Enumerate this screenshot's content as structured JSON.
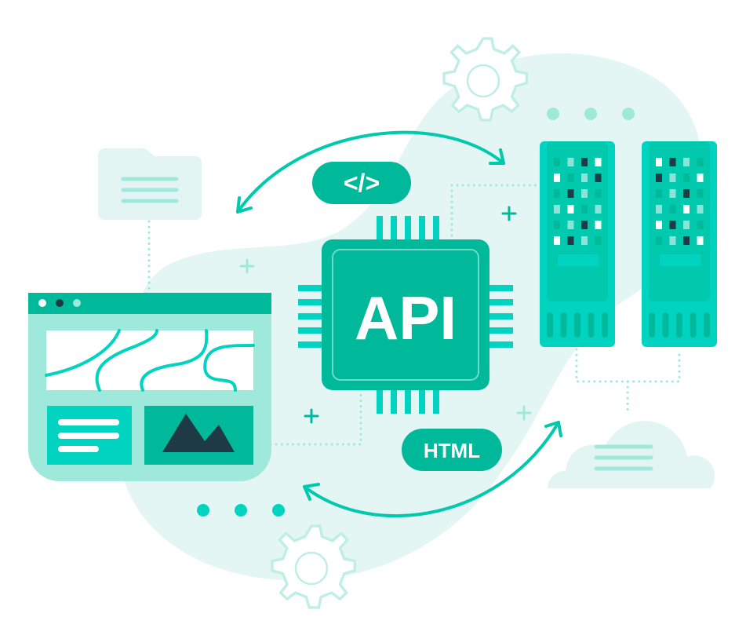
{
  "chip": {
    "label": "API"
  },
  "badges": {
    "code": "</>",
    "html": "HTML"
  },
  "colors": {
    "blob": "#e3f6f3",
    "teal_dark": "#00b89a",
    "teal_mid": "#00c9ae",
    "teal_bright": "#00d4c0",
    "teal_light": "#9ee9dc",
    "navy": "#1e3a45",
    "pale": "#e3f5f2"
  },
  "servers": [
    {
      "lights": [
        [
          "d",
          "l",
          "n",
          "w"
        ],
        [
          "w",
          "d",
          "l",
          "n"
        ],
        [
          "d",
          "n",
          "l",
          "d"
        ],
        [
          "l",
          "w",
          "d",
          "l"
        ],
        [
          "d",
          "l",
          "n",
          "w"
        ],
        [
          "w",
          "n",
          "l",
          "d"
        ]
      ]
    },
    {
      "lights": [
        [
          "w",
          "n",
          "l",
          "d"
        ],
        [
          "n",
          "l",
          "d",
          "w"
        ],
        [
          "d",
          "l",
          "n",
          "d"
        ],
        [
          "l",
          "d",
          "w",
          "l"
        ],
        [
          "w",
          "n",
          "l",
          "d"
        ],
        [
          "d",
          "l",
          "n",
          "w"
        ]
      ]
    }
  ],
  "icons": [
    "gear-icon",
    "folder-icon",
    "cloud-icon",
    "browser-window-icon",
    "server-icon",
    "chip-icon",
    "mountain-image-icon",
    "plus-icon",
    "arrow-icon"
  ]
}
